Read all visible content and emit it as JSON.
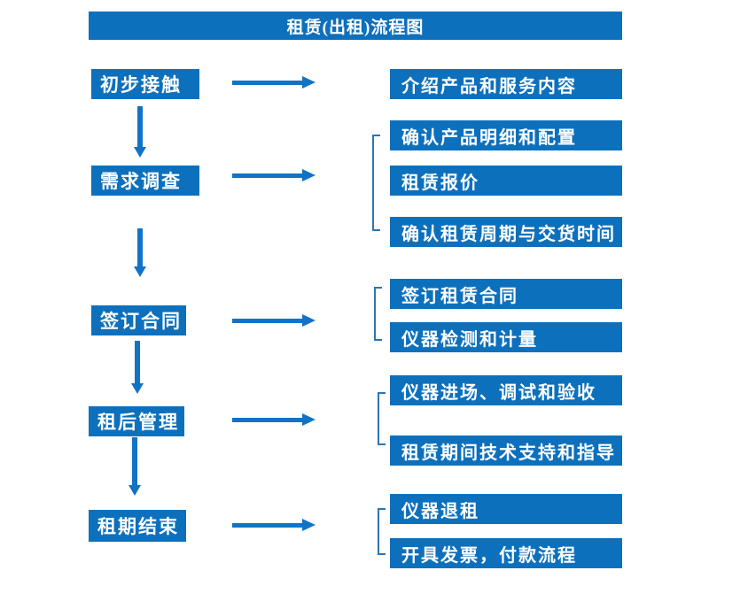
{
  "title": "租赁(出租)流程图",
  "colors": {
    "box_blue": "#0d70bd",
    "arrow_blue": "#1273c6",
    "bracket_blue": "#2e74b5",
    "text_white": "#ffffff"
  },
  "stages": [
    {
      "label": "初步接触",
      "outputs": [
        "介绍产品和服务内容"
      ]
    },
    {
      "label": "需求调查",
      "outputs": [
        "确认产品明细和配置",
        "租赁报价",
        "确认租赁周期与交货时间"
      ]
    },
    {
      "label": "签订合同",
      "outputs": [
        "签订租赁合同",
        "仪器检测和计量"
      ]
    },
    {
      "label": "租后管理",
      "outputs": [
        "仪器进场、调试和验收",
        "租赁期间技术支持和指导"
      ]
    },
    {
      "label": "租期结束",
      "outputs": [
        "仪器退租",
        "开具发票，付款流程"
      ]
    }
  ]
}
